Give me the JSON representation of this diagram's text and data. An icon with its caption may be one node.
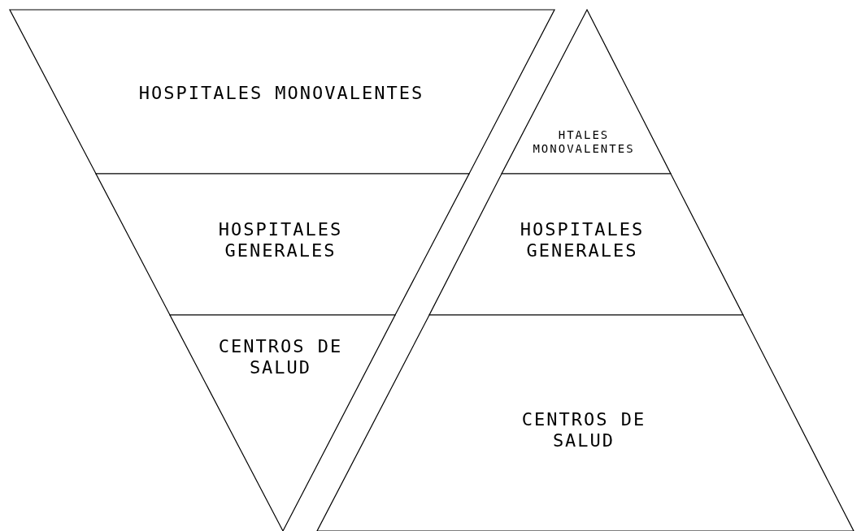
{
  "diagram": {
    "nodes": [
      {
        "text": [
          "HOSPITALES MONOVALENTES"
        ]
      },
      {
        "text": [
          "HTALES MONOVALENTES"
        ]
      },
      {
        "text": [
          "HOSPITALES GENERALES"
        ]
      },
      {
        "text": [
          "HOSPITALES GENERALES"
        ]
      },
      {
        "text": [
          "CENTROS DE SALUD"
        ]
      },
      {
        "text": [
          "CENTROS DE SALUD"
        ]
      }
    ]
  }
}
